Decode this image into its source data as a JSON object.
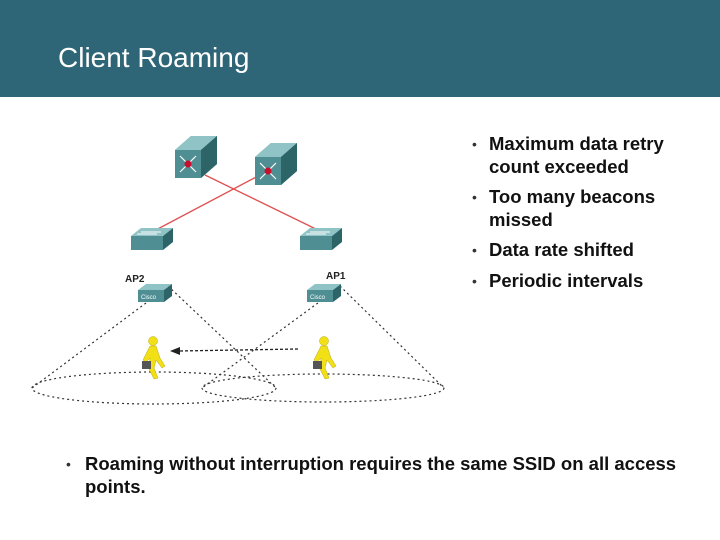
{
  "slide": {
    "title": "Client Roaming"
  },
  "diagram": {
    "ap_labels": [
      "AP2",
      "AP1"
    ],
    "device_labels": [
      "Cisco",
      "Cisco"
    ],
    "colors": {
      "uplink": "#e05050",
      "coverage": "#333333",
      "arrow": "#222222",
      "client": "#f2e017"
    },
    "icons": [
      "multilayer-switch-icon",
      "workgroup-switch-icon",
      "access-point-icon",
      "walking-user-icon",
      "arrow-left-icon"
    ]
  },
  "bullets_right": [
    "Maximum data retry count exceeded",
    "Too many beacons missed",
    "Data rate shifted",
    "Periodic intervals"
  ],
  "bottom_bullet": "Roaming without interruption requires the same SSID on all access points."
}
